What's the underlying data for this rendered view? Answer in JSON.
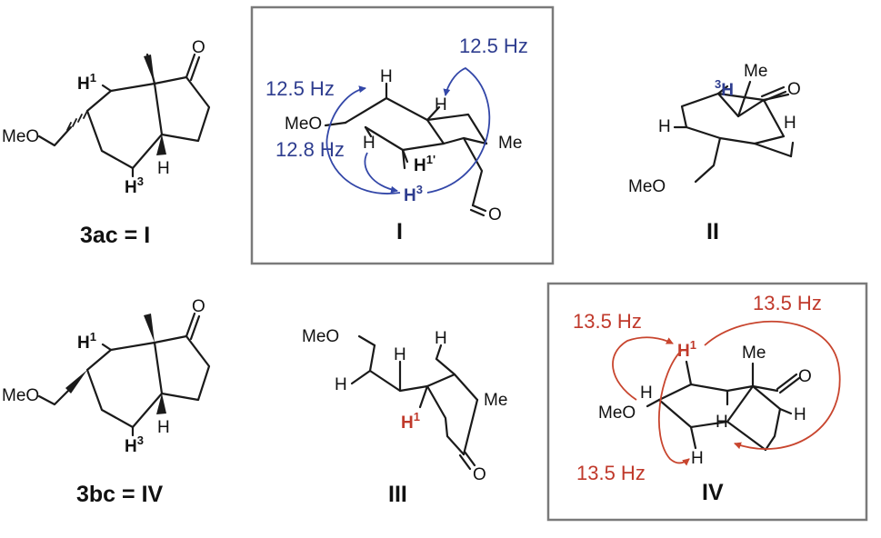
{
  "compounds": {
    "c3ac": {
      "label": "3ac = I",
      "atoms": {
        "h1": "H",
        "h1_sup": "1",
        "oxygen": "O",
        "meo": "MeO",
        "h3": "H",
        "h3_sup": "3",
        "h_ring": "H"
      }
    },
    "c3bc": {
      "label": "3bc =  IV",
      "atoms": {
        "h1": "H",
        "h1_sup": "1",
        "oxygen": "O",
        "meo": "MeO",
        "h3": "H",
        "h3_sup": "3",
        "h_ring": "H"
      }
    }
  },
  "conformers": {
    "I": {
      "label": "I",
      "atoms": {
        "meo": "MeO",
        "h_top": "H",
        "h_upper": "H",
        "h_left": "H",
        "h1p": "H",
        "h1p_sup": "1'",
        "h3": "H",
        "h3_sup": "3",
        "me": "Me",
        "o": "O"
      },
      "couplings": [
        "12.5 Hz",
        "12.5 Hz",
        "12.8 Hz"
      ]
    },
    "II": {
      "label": "II",
      "atoms": {
        "h3": "H",
        "h3_sup": "3",
        "me": "Me",
        "o": "O",
        "h_left": "H",
        "h_right": "H",
        "meo": "MeO"
      }
    },
    "III": {
      "label": "III",
      "atoms": {
        "meo": "MeO",
        "h_a": "H",
        "h_b": "H",
        "h_left": "H",
        "h1": "H",
        "h1_sup": "1",
        "me": "Me",
        "o": "O"
      }
    },
    "IV": {
      "label": "IV",
      "atoms": {
        "h1": "H",
        "h1_sup": "1",
        "me": "Me",
        "o": "O",
        "h_left": "H",
        "meo": "MeO",
        "h_mid": "H",
        "h_right": "H",
        "h_bottom": "H"
      },
      "couplings": [
        "13.5 Hz",
        "13.5 Hz",
        "13.5 Hz"
      ]
    }
  },
  "colors": {
    "blue_text": "#2e3d8f",
    "blue_arrow": "#3347a8",
    "red": "#c0392b",
    "box_border": "#7a7a7a"
  }
}
